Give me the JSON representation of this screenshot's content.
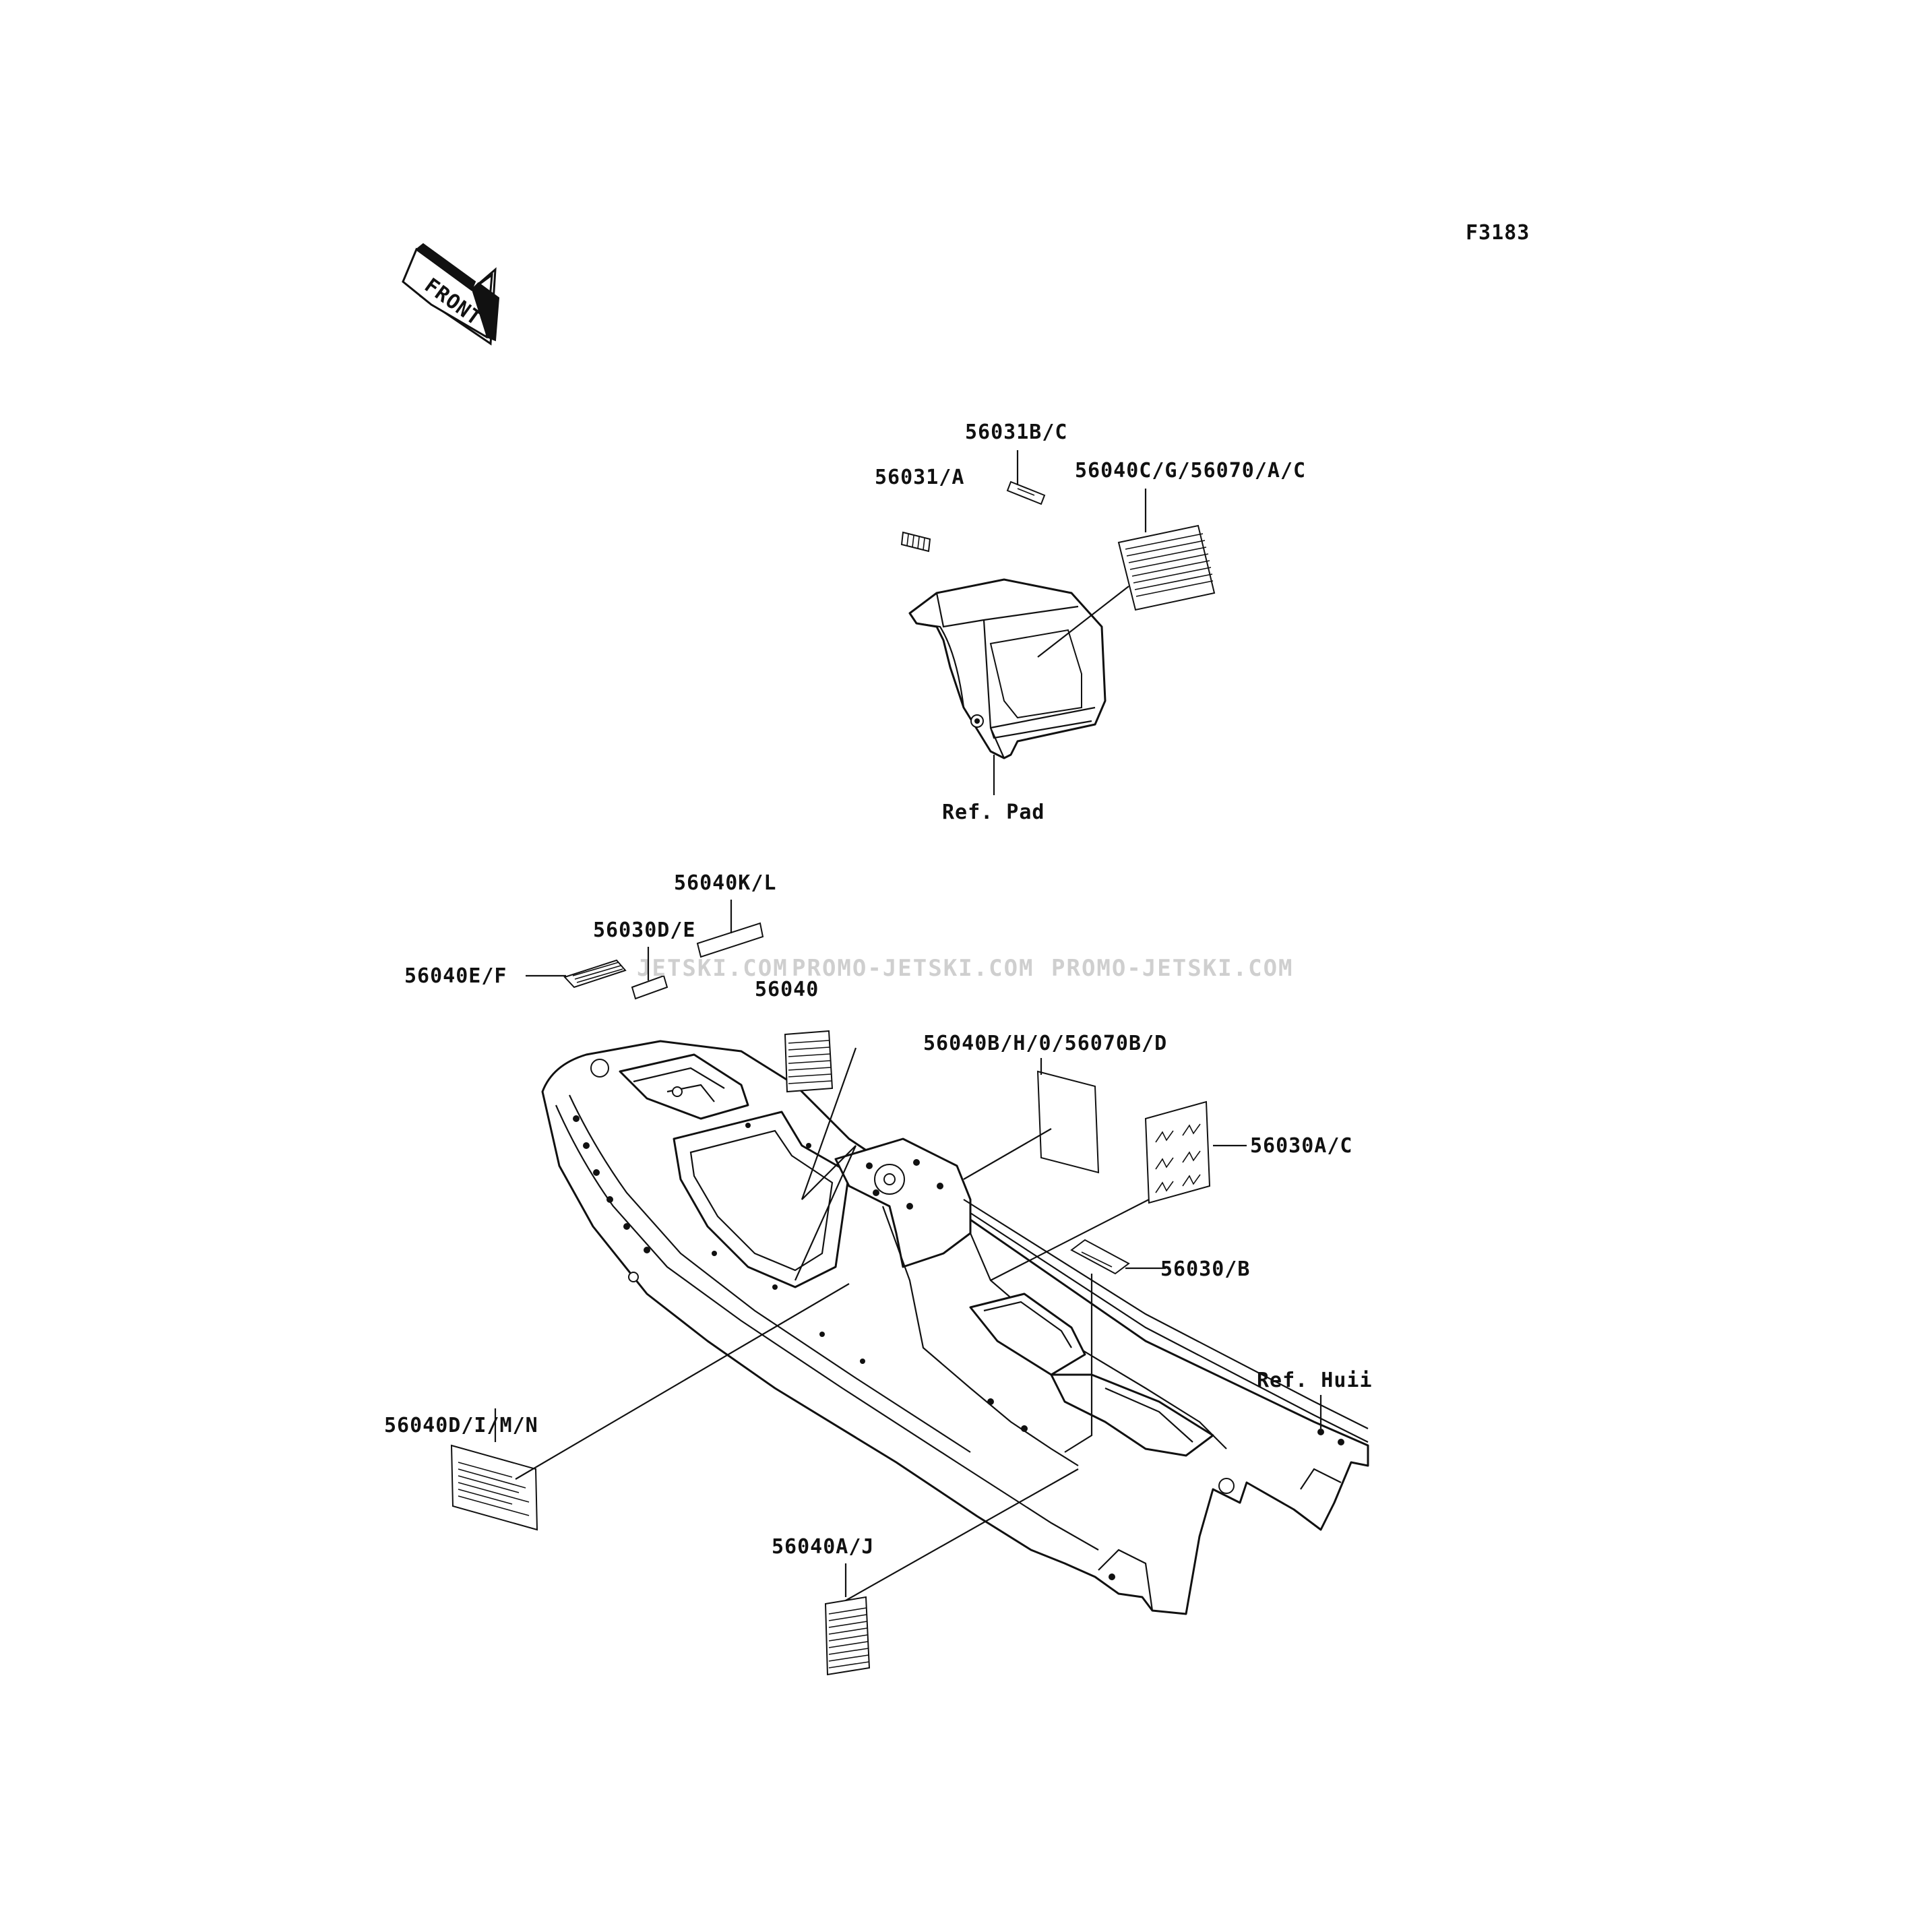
{
  "figure_code": "F3183",
  "front_arrow_label": "FRONT",
  "watermark": {
    "text_1": "JETSKI.COM",
    "text_2": "PROMO-JETSKI.COM",
    "text_3": "PROMO-JETSKI.COM"
  },
  "parts": {
    "p56031BC": "56031B/C",
    "p56031A": "56031/A",
    "p56040CG": "56040C/G/56070/A/C",
    "ref_pad": "Ref. Pad",
    "p56040KL": "56040K/L",
    "p56030DE": "56030D/E",
    "p56040EF": "56040E/F",
    "p56040": "56040",
    "p56040BH": "56040B/H/0/56070B/D",
    "p56030AC": "56030A/C",
    "p56030B": "56030/B",
    "ref_hull": "Ref. Huii",
    "p56040DIMN": "56040D/I/M/N",
    "p56040AJ": "56040A/J"
  }
}
